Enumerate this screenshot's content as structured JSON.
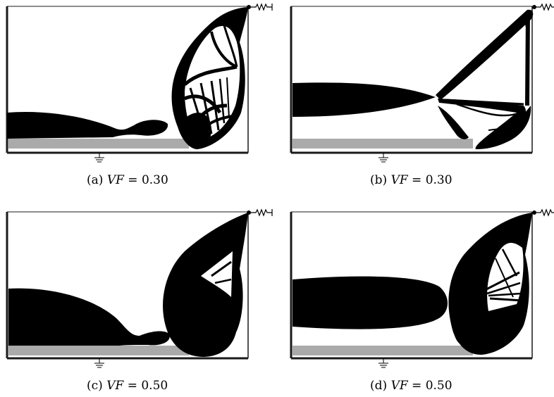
{
  "panels": [
    {
      "id": "a",
      "label": "(a)",
      "lhs": "VF",
      "eq": "=",
      "value": "0.30"
    },
    {
      "id": "b",
      "label": "(b)",
      "lhs": "VF",
      "eq": "=",
      "value": "0.30"
    },
    {
      "id": "c",
      "label": "(c)",
      "lhs": "VF",
      "eq": "=",
      "value": "0.50"
    },
    {
      "id": "d",
      "label": "(d)",
      "lhs": "VF",
      "eq": "=",
      "value": "0.50"
    }
  ],
  "colors": {
    "material": "#000000",
    "electrode": "#aaaaaa",
    "frame": "#1a1a1a",
    "background": "#ffffff"
  },
  "icons": {
    "spring": "spring-symbol",
    "ground": "ground-symbol",
    "pin": "pin-dot"
  }
}
